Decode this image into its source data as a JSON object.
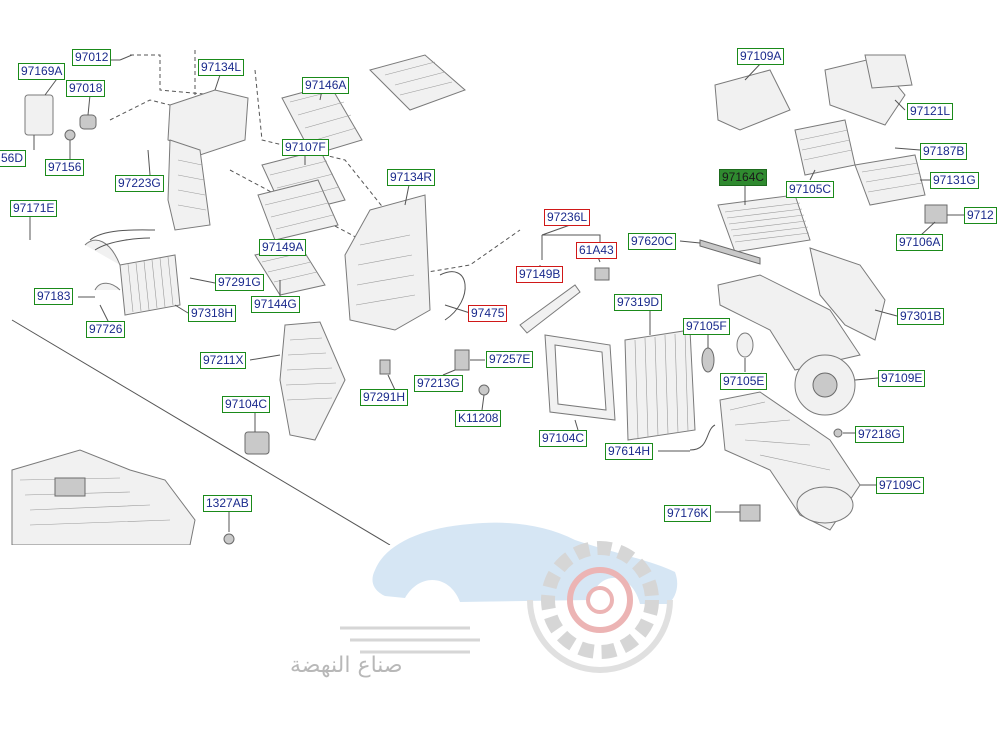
{
  "diagram": {
    "callouts": [
      {
        "id": "97012",
        "style": "green"
      },
      {
        "id": "97169A",
        "style": "green"
      },
      {
        "id": "97018",
        "style": "green"
      },
      {
        "id": "56D",
        "style": "green"
      },
      {
        "id": "97156",
        "style": "green"
      },
      {
        "id": "97134L",
        "style": "green"
      },
      {
        "id": "97146A",
        "style": "green"
      },
      {
        "id": "97107F",
        "style": "green"
      },
      {
        "id": "97223G",
        "style": "green"
      },
      {
        "id": "97134R",
        "style": "green"
      },
      {
        "id": "97171E",
        "style": "green"
      },
      {
        "id": "97149A",
        "style": "green"
      },
      {
        "id": "97291G",
        "style": "green"
      },
      {
        "id": "97144G",
        "style": "green"
      },
      {
        "id": "97183",
        "style": "green"
      },
      {
        "id": "97318H",
        "style": "green"
      },
      {
        "id": "97726",
        "style": "green"
      },
      {
        "id": "97211X",
        "style": "green"
      },
      {
        "id": "97104C",
        "style": "green"
      },
      {
        "id": "97291H",
        "style": "green"
      },
      {
        "id": "97213G",
        "style": "green"
      },
      {
        "id": "97257E",
        "style": "green"
      },
      {
        "id": "K11208",
        "style": "green"
      },
      {
        "id": "1327AB",
        "style": "green"
      },
      {
        "id": "97236L",
        "style": "red"
      },
      {
        "id": "61A43",
        "style": "red"
      },
      {
        "id": "97149B",
        "style": "red"
      },
      {
        "id": "97475",
        "style": "red"
      },
      {
        "id": "97620C",
        "style": "green"
      },
      {
        "id": "97319D",
        "style": "green"
      },
      {
        "id": "97104C",
        "style": "green"
      },
      {
        "id": "97614H",
        "style": "green"
      },
      {
        "id": "97105F",
        "style": "green"
      },
      {
        "id": "97105E",
        "style": "green"
      },
      {
        "id": "97176K",
        "style": "green"
      },
      {
        "id": "97109A",
        "style": "green"
      },
      {
        "id": "97121L",
        "style": "green"
      },
      {
        "id": "97187B",
        "style": "green"
      },
      {
        "id": "97164C",
        "style": "filled"
      },
      {
        "id": "97105C",
        "style": "green"
      },
      {
        "id": "97131G",
        "style": "green"
      },
      {
        "id": "9712",
        "style": "green"
      },
      {
        "id": "97106A",
        "style": "green"
      },
      {
        "id": "97301B",
        "style": "green"
      },
      {
        "id": "97109E",
        "style": "green"
      },
      {
        "id": "97218G",
        "style": "green"
      },
      {
        "id": "97109C",
        "style": "green"
      }
    ]
  },
  "watermark": {
    "text": "صناع النهضة"
  },
  "colors": {
    "callout_border": "#1a8a1a",
    "callout_text": "#1a2a8c",
    "highlight_border": "#d01818",
    "selected_fill": "#2f8a2f",
    "watermark_blue": "#bcd7ee",
    "watermark_gray": "#c8c8c8",
    "watermark_red": "#e6a0a0"
  }
}
